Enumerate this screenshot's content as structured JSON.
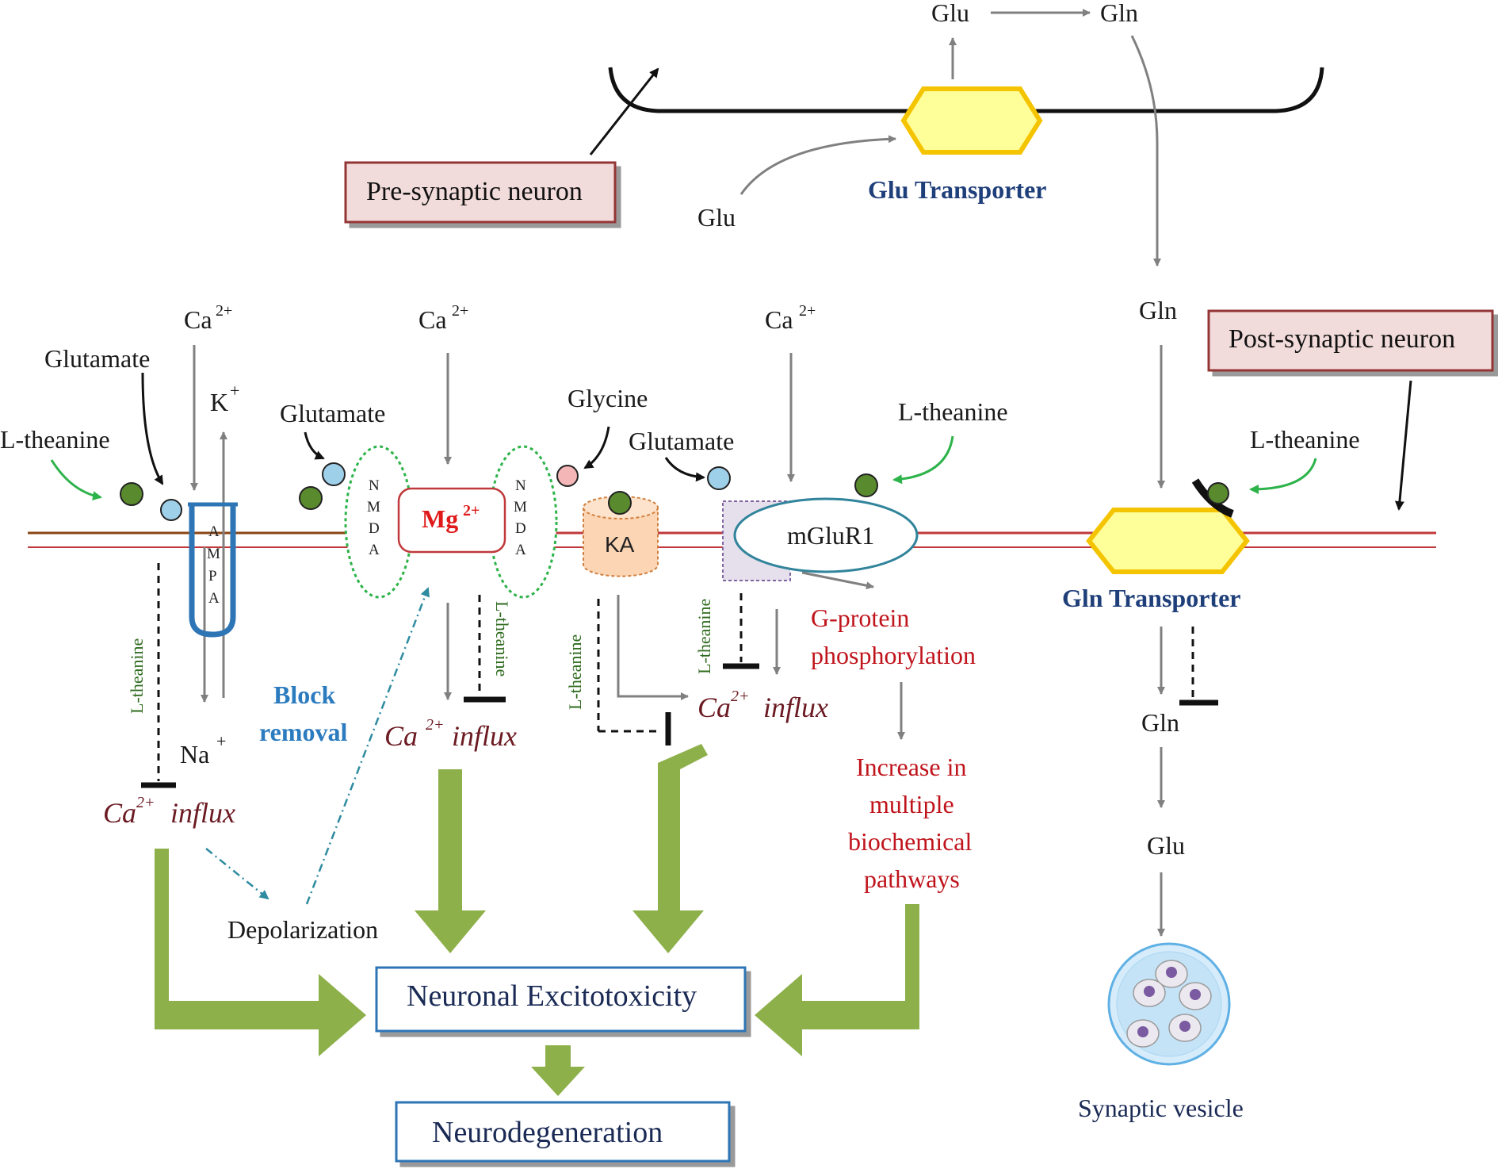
{
  "labels": {
    "glu_top": "Glu",
    "gln_top": "Gln",
    "pre_synaptic": "Pre-synaptic neuron",
    "glu_left": "Glu",
    "glu_transporter": "Glu Transporter",
    "gln_right_mid": "Gln",
    "post_synaptic": "Post-synaptic neuron",
    "ca_1": "Ca",
    "ca_2": "Ca",
    "ca_3": "Ca",
    "ca_sup": "2+",
    "glutamate_1": "Glutamate",
    "glutamate_2": "Glutamate",
    "glutamate_3": "Glutamate",
    "glycine": "Glycine",
    "k_ion": "K",
    "na_ion": "Na",
    "plus": "+",
    "l_theanine_1": "L-theanine",
    "l_theanine_2": "L-theanine",
    "l_theanine_3": "L-theanine",
    "ampa_letters": [
      "A",
      "M",
      "P",
      "A"
    ],
    "nmda_letters": [
      "N",
      "M",
      "D",
      "A"
    ],
    "mg": "Mg",
    "mg_sup": "2+",
    "ka": "KA",
    "mglur1": "mGluR1",
    "l_theanine_vertical": "L-theanine",
    "block_removal_1": "Block",
    "block_removal_2": "removal",
    "ca_influx": "influx",
    "g_protein_1": "G-protein",
    "g_protein_2": "phosphorylation",
    "increase_1": "Increase in",
    "increase_2": "multiple",
    "increase_3": "biochemical",
    "increase_4": "pathways",
    "gln_transporter": "Gln Transporter",
    "gln_lower": "Gln",
    "glu_lower": "Glu",
    "synaptic_vesicle": "Synaptic vesicle",
    "depolarization": "Depolarization",
    "neuronal_excitotoxicity": "Neuronal Excitotoxicity",
    "neurodegeneration": "Neurodegeneration"
  },
  "colors": {
    "arrow_gray": "#808080",
    "green_arrow": "#8db04a",
    "membrane_red": "#c0393b",
    "membrane_brown": "#8b4513",
    "transporter_fill": "#ffff99",
    "transporter_stroke": "#f5c400",
    "box_pink": "#f2dcdb",
    "box_pink_border": "#943634",
    "box_blue_border": "#2e75b6",
    "glutamate_dot": "#9fd0ea",
    "theanine_dot": "#5a8a2e",
    "glycine_dot": "#f4b6b6",
    "ka_fill": "#fcd5b4",
    "mglur_box": "#e6e0ec",
    "green_light_arrow": "#2db34a"
  }
}
